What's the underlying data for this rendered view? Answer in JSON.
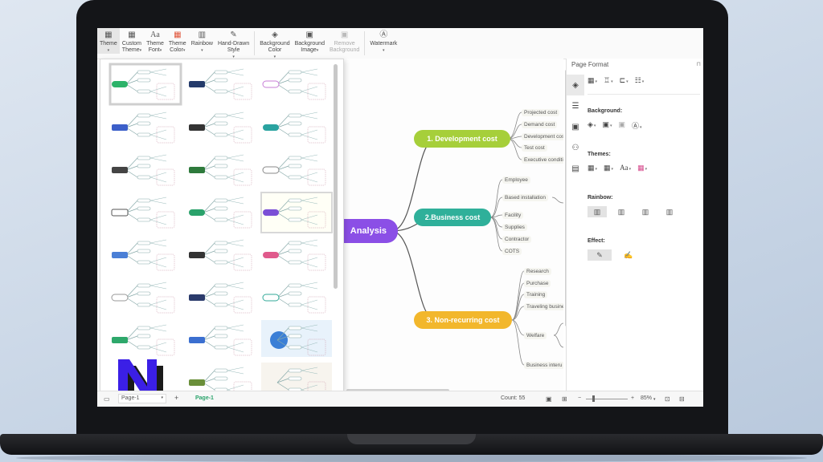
{
  "toolbar": {
    "items": [
      {
        "icon": "grid-icon",
        "label1": "Theme",
        "label2": "",
        "active": true
      },
      {
        "icon": "grid-plus-icon",
        "label1": "Custom",
        "label2": "Theme"
      },
      {
        "icon": "font-icon",
        "label1": "Theme",
        "label2": "Font"
      },
      {
        "icon": "palette-icon",
        "label1": "Theme",
        "label2": "Color"
      },
      {
        "icon": "rainbow-icon",
        "label1": "Rainbow",
        "label2": ""
      },
      {
        "icon": "pen-icon",
        "label1": "Hand-Drawn",
        "label2": "Style"
      },
      {
        "icon": "fill-bucket-icon",
        "label1": "Background",
        "label2": "Color"
      },
      {
        "icon": "image-icon",
        "label1": "Background",
        "label2": "Image"
      },
      {
        "icon": "remove-image-icon",
        "label1": "Remove",
        "label2": "Background",
        "disabled": true
      },
      {
        "icon": "watermark-icon",
        "label1": "Watermark",
        "label2": ""
      }
    ]
  },
  "mindmap": {
    "central": "Analysis",
    "branches": [
      {
        "label": "1. Development cost",
        "color": "#a6cf3a",
        "items": [
          "Projected cost",
          "Demand cost",
          "Development cost",
          "Test cost",
          "Executive conditio"
        ]
      },
      {
        "label": "2.Business cost",
        "color": "#2fb09a",
        "items": [
          "Employee",
          "Based installation",
          "Facility",
          "Supplies",
          "Contractor",
          "COTS"
        ]
      },
      {
        "label": "3. Non-recurring cost",
        "color": "#f2b72c",
        "items": [
          "Research",
          "Purchase",
          "Training",
          "Traveling busines",
          "Welfare",
          "Business interu"
        ]
      }
    ],
    "central_color": "#8b4fe6"
  },
  "panel": {
    "title": "Page Format",
    "background_label": "Background:",
    "themes_label": "Themes:",
    "rainbow_label": "Rainbow:",
    "effect_label": "Effect:"
  },
  "status": {
    "page_select": "Page-1",
    "page_tab": "Page-1",
    "count": "Count: 55",
    "zoom": "85%",
    "minus": "−",
    "plus": "+"
  }
}
